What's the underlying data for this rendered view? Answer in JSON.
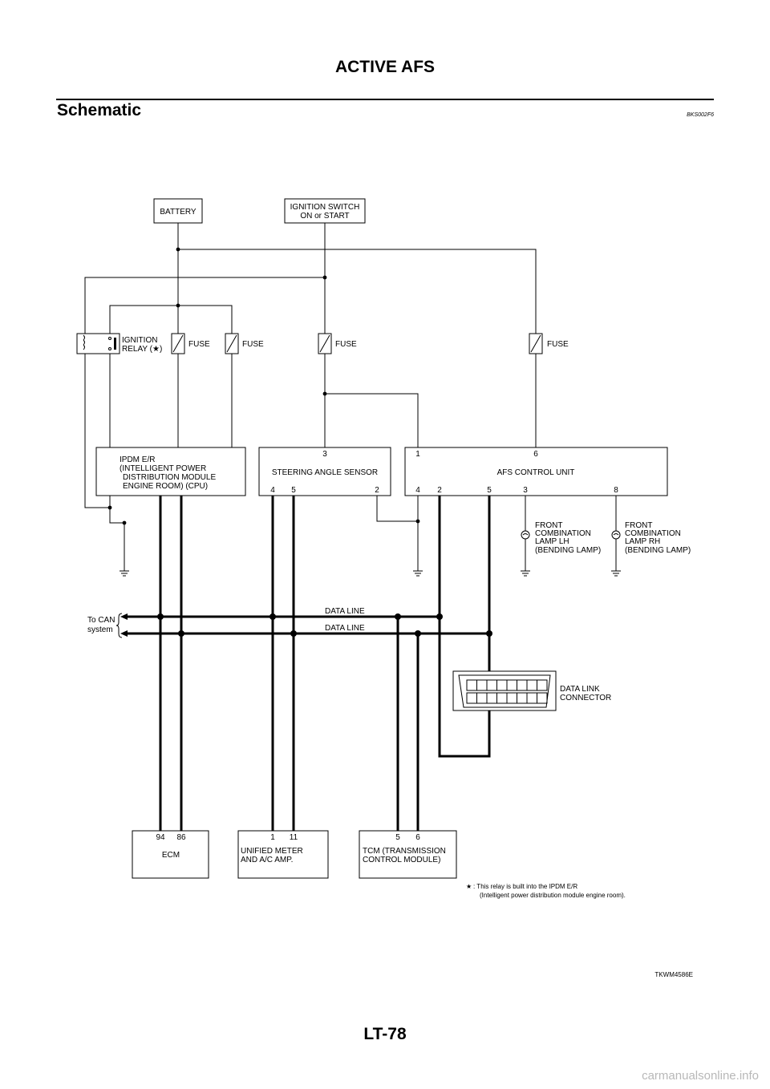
{
  "header": {
    "title": "ACTIVE AFS"
  },
  "section": {
    "title": "Schematic",
    "code": "BKS002F6"
  },
  "page_number": "LT-78",
  "watermark": "carmanualsonline.info",
  "figure_code": "TKWM4586E",
  "blocks": {
    "battery": "BATTERY",
    "ign_switch": [
      "IGNITION SWITCH",
      "ON or START"
    ],
    "ipdm": [
      "IPDM E/R",
      "(INTELLIGENT POWER",
      "DISTRIBUTION MODULE",
      "ENGINE ROOM) (CPU)"
    ],
    "steering": "STEERING ANGLE SENSOR",
    "afs": "AFS CONTROL UNIT",
    "ecm": "ECM",
    "meter": [
      "UNIFIED METER",
      "AND A/C AMP."
    ],
    "tcm": [
      "TCM (TRANSMISSION",
      "CONTROL MODULE)"
    ],
    "dlc": [
      "DATA LINK",
      "CONNECTOR"
    ],
    "lamp_lh": [
      "FRONT",
      "COMBINATION",
      "LAMP LH",
      "(BENDING LAMP)"
    ],
    "lamp_rh": [
      "FRONT",
      "COMBINATION",
      "LAMP RH",
      "(BENDING LAMP)"
    ],
    "relay": [
      "IGNITION",
      "RELAY (★)"
    ]
  },
  "fuse_label": "FUSE",
  "pins": {
    "steering_top": "3",
    "steering_4": "4",
    "steering_5": "5",
    "steering_2": "2",
    "afs_1": "1",
    "afs_6": "6",
    "afs_4": "4",
    "afs_2": "2",
    "afs_5": "5",
    "afs_3": "3",
    "afs_8": "8",
    "ecm_94": "94",
    "ecm_86": "86",
    "meter_1": "1",
    "meter_11": "11",
    "tcm_5": "5",
    "tcm_6": "6"
  },
  "data_line": "DATA LINE",
  "can": [
    "To CAN",
    "system"
  ],
  "note": {
    "star": "★",
    "line1": ": This relay is built into the IPDM E/R",
    "line2": "(Intelligent power distribution module engine room)."
  }
}
